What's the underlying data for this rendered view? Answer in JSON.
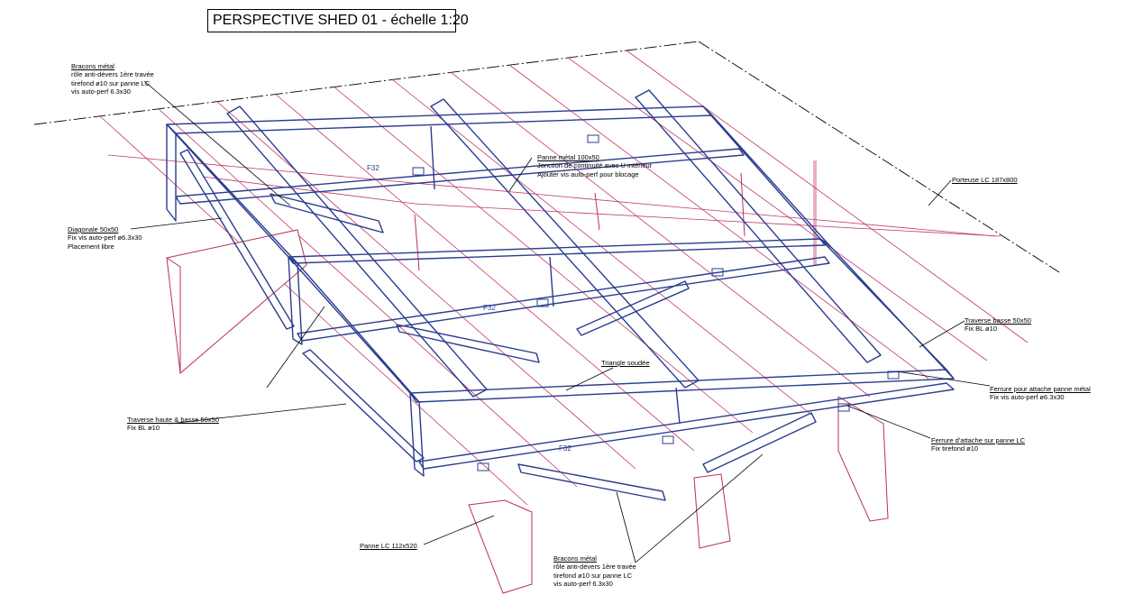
{
  "title": "PERSPECTIVE SHED 01 - échelle 1:20",
  "colors": {
    "frame": "#2a3d8f",
    "timber": "#b8305a",
    "ink": "#000000"
  },
  "profile_tags": [
    "F32",
    "F32",
    "F32"
  ],
  "annotations": {
    "bracons_top": [
      "Bracons métal",
      "rôle anti-dévers 1ère travée",
      "tirefond ø10 sur panne LC",
      "vis auto-perf 6.3x30"
    ],
    "panne_metal": [
      "Panne métal 100x50",
      "Jonction de continuité avec U intérieur",
      "Ajouter vis auto-perf pour blocage"
    ],
    "porteuse": [
      "Porteuse LC 187x800"
    ],
    "diagonale": [
      "Diagonale 50x50",
      "Fix vis auto-perf ø6.3x30",
      "Placement libre"
    ],
    "traverse_basse": [
      "Traverse basse 50x50",
      "Fix BL ø10"
    ],
    "triangle": [
      "Triangle soudée"
    ],
    "ferrure_metal": [
      "Ferrure pour attache panne métal",
      "Fix vis auto-perf ø6.3x30"
    ],
    "traverse_haute": [
      "Traverse haute & basse 50x50",
      "Fix BL ø10"
    ],
    "ferrure_lc": [
      "Ferrure d'attache sur panne LC",
      "Fix tirefond ø10"
    ],
    "panne_lc": [
      "Panne LC 112x520"
    ],
    "bracons_bottom": [
      "Bracons métal",
      "rôle anti-dévers 1ère travée",
      "tirefond ø10 sur panne LC",
      "vis auto-perf 6.3x30"
    ]
  }
}
